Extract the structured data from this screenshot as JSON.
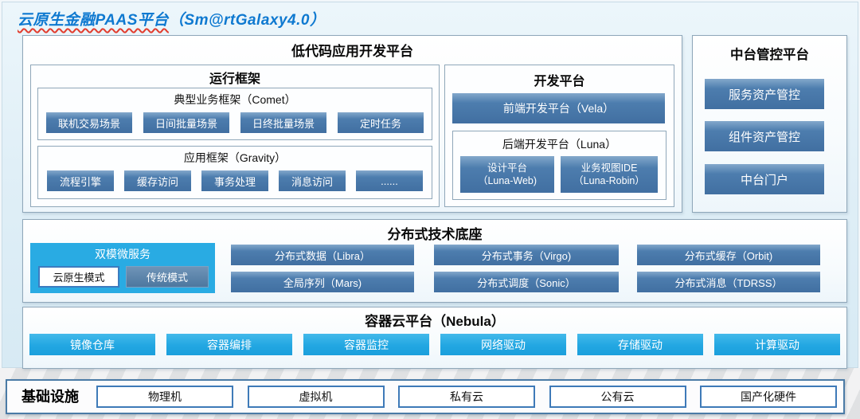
{
  "page": {
    "title_main": "云原生金融PAAS平台",
    "title_paren": "（Sm@rtGalaxy4.0）",
    "colors": {
      "title_blue": "#0e79d0",
      "steel_blue": "#4d7dae",
      "cyan": "#29abe3",
      "background": "#e0eff7",
      "underline_red": "#e23d2e"
    }
  },
  "lowcode": {
    "title": "低代码应用开发平台",
    "runtime": {
      "title": "运行框架",
      "comet": {
        "title": "典型业务框架（Comet）",
        "items": [
          "联机交易场景",
          "日间批量场景",
          "日终批量场景",
          "定时任务"
        ]
      },
      "gravity": {
        "title": "应用框架（Gravity）",
        "items": [
          "流程引擎",
          "缓存访问",
          "事务处理",
          "消息访问",
          "......"
        ]
      }
    },
    "dev": {
      "title": "开发平台",
      "vela": "前端开发平台（Vela）",
      "luna": {
        "title": "后端开发平台（Luna）",
        "items": [
          {
            "name": "设计平台",
            "sub": "（Luna-Web)"
          },
          {
            "name": "业务视图IDE",
            "sub": "（Luna-Robin）"
          }
        ]
      }
    }
  },
  "midplatform": {
    "title": "中台管控平台",
    "items": [
      "服务资产管控",
      "组件资产管控",
      "中台门户"
    ]
  },
  "distributed": {
    "title": "分布式技术底座",
    "dualmode": {
      "title": "双模微服务",
      "cloud_native": "云原生模式",
      "traditional": "传统模式"
    },
    "items_row1": [
      "分布式数据（Libra）",
      "分布式事务（Virgo)",
      "分布式缓存（Orbit)"
    ],
    "items_row2": [
      "全局序列（Mars)",
      "分布式调度（Sonic）",
      "分布式消息（TDRSS）"
    ]
  },
  "nebula": {
    "title": "容器云平台（Nebula）",
    "items": [
      "镜像仓库",
      "容器编排",
      "容器监控",
      "网络驱动",
      "存储驱动",
      "计算驱动"
    ]
  },
  "infrastructure": {
    "title": "基础设施",
    "items": [
      "物理机",
      "虚拟机",
      "私有云",
      "公有云",
      "国产化硬件"
    ]
  }
}
